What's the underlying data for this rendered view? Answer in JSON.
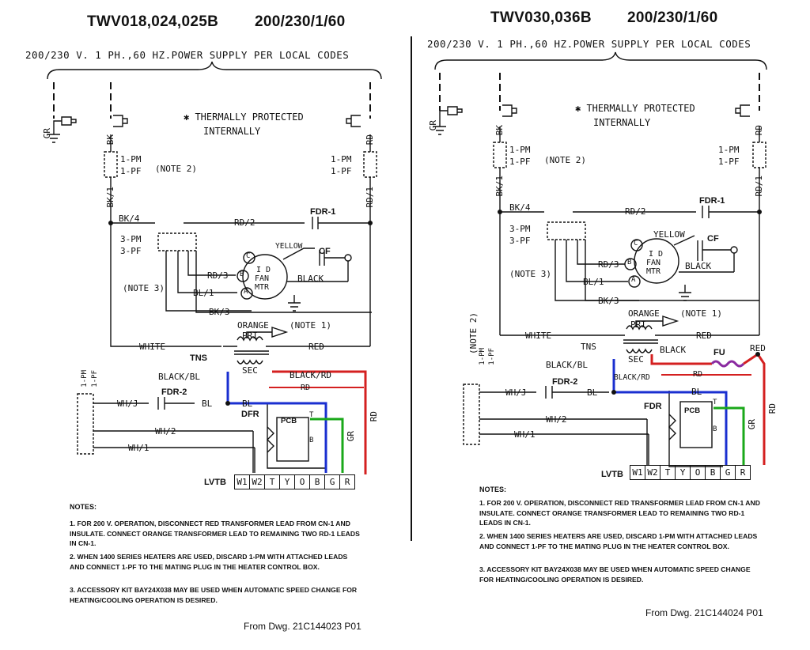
{
  "left": {
    "model": "TWV018,024,025B",
    "voltage": "200/230/1/60",
    "supply": "200/230 V. 1 PH.,60 HZ.POWER SUPPLY PER LOCAL CODES",
    "thermal_note": "✱ THERMALLY PROTECTED",
    "thermal_note2": "INTERNALLY",
    "from_dwg": "From Dwg. 21C144023 P01",
    "dfr_label": "DFR"
  },
  "right": {
    "model": "TWV030,036B",
    "voltage": "200/230/1/60",
    "supply": "200/230 V. 1 PH.,60 HZ.POWER SUPPLY PER LOCAL CODES",
    "thermal_note": "✱ THERMALLY PROTECTED",
    "thermal_note2": "INTERNALLY",
    "from_dwg": "From Dwg. 21C144024 P01",
    "dfr_label": "FDR"
  },
  "labels": {
    "gr": "GR",
    "bk": "BK",
    "rd": "RD",
    "pm1": "1-PM",
    "pf1": "1-PF",
    "note2": "(NOTE 2)",
    "bk1": "BK/1",
    "rd1": "RD/1",
    "bk4": "BK/4",
    "rd2": "RD/2",
    "fdr1": "FDR-1",
    "pm3": "3-PM",
    "pf3": "3-PF",
    "note3": "(NOTE 3)",
    "yellow": "YELLOW",
    "cf": "CF",
    "rd3": "RD/3",
    "bl1": "BL/1",
    "black": "BLACK",
    "bk3": "BK/3",
    "fan1": "I D",
    "fan2": "FAN",
    "fan3": "MTR",
    "orange": "ORANGE",
    "note1": "(NOTE 1)",
    "white": "WHITE",
    "pri": "PRI",
    "red": "RED",
    "tns": "TNS",
    "sec": "SEC",
    "black_bl": "BLACK/BL",
    "black_rd": "BLACK/RD",
    "whj": "WH/J",
    "fdr2": "FDR-2",
    "bl": "BL",
    "wh2": "WH/2",
    "wh1": "WH/1",
    "pcb": "PCB",
    "lvtb": "LVTB",
    "fu": "FU",
    "pin_a": "A",
    "pin_b": "B",
    "pin_c": "C",
    "t": "T",
    "b": "B"
  },
  "terminals": [
    "W1",
    "W2",
    "T",
    "Y",
    "O",
    "B",
    "G",
    "R"
  ],
  "notes": {
    "heading": "NOTES:",
    "items": [
      "1. FOR 200 V. OPERATION, DISCONNECT RED TRANSFORMER LEAD FROM CN-1 AND INSULATE. CONNECT ORANGE TRANSFORMER LEAD TO REMAINING TWO RD-1 LEADS IN CN-1.",
      "2. WHEN 1400 SERIES HEATERS ARE USED, DISCARD 1-PM WITH ATTACHED LEADS AND CONNECT 1-PF TO THE MATING PLUG IN THE HEATER CONTROL BOX.",
      "3. ACCESSORY KIT BAY24X038 MAY BE USED WHEN AUTOMATIC SPEED CHANGE FOR HEATING/COOLING OPERATION IS DESIRED."
    ]
  },
  "colors": {
    "red": "#d42020",
    "blue": "#1a2fd0",
    "green": "#1aa81a",
    "purple": "#8a2aa0",
    "ink": "#111111"
  }
}
